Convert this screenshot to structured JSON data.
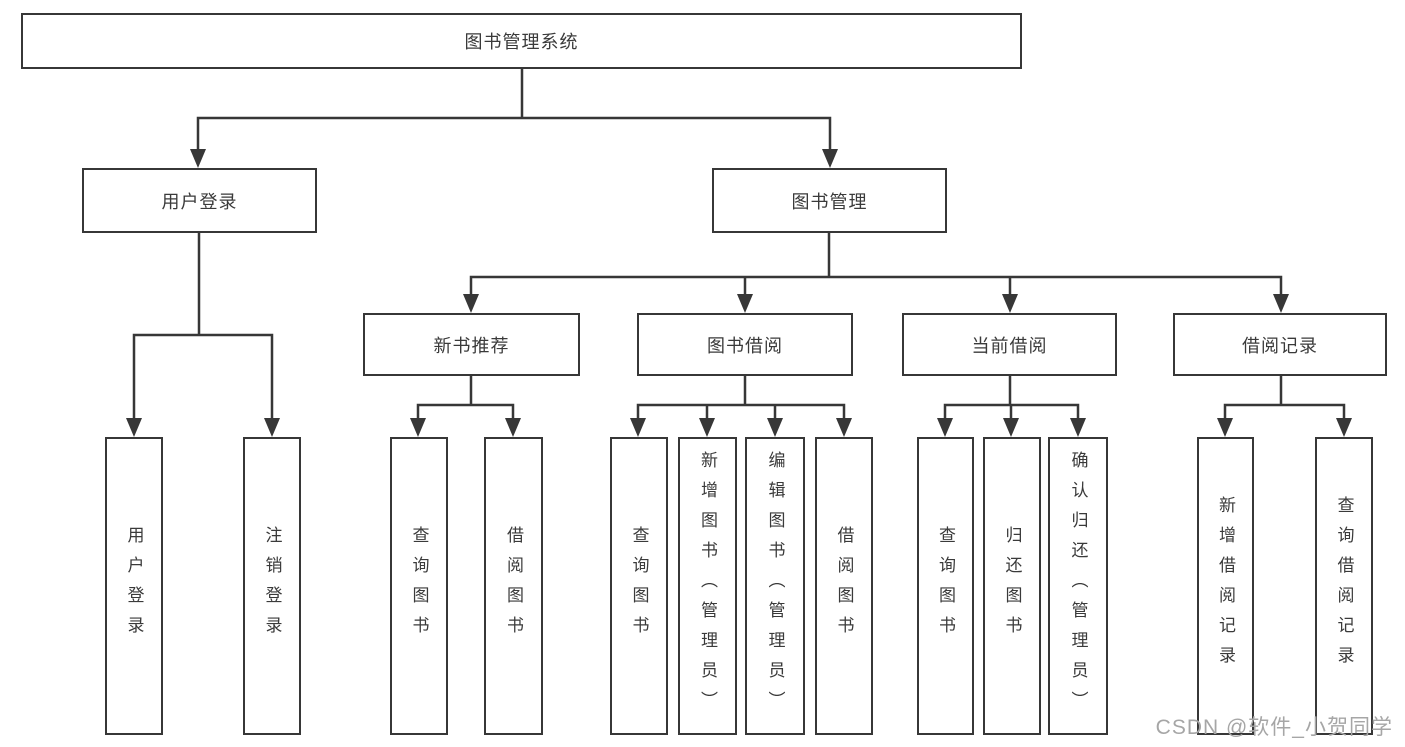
{
  "tree": {
    "root": "图书管理系统",
    "branches": [
      {
        "label": "用户登录",
        "leaves": [
          "用户登录",
          "注销登录"
        ]
      },
      {
        "label": "图书管理",
        "groups": [
          {
            "label": "新书推荐",
            "leaves": [
              "查询图书",
              "借阅图书"
            ]
          },
          {
            "label": "图书借阅",
            "leaves": [
              "查询图书",
              "新增图书（管理员）",
              "编辑图书（管理员）",
              "借阅图书"
            ]
          },
          {
            "label": "当前借阅",
            "leaves": [
              "查询图书",
              "归还图书",
              "确认归还（管理员）"
            ]
          },
          {
            "label": "借阅记录",
            "leaves": [
              "新增借阅记录",
              "查询借阅记录"
            ]
          }
        ]
      }
    ]
  },
  "watermark": "CSDN @软件_小贺同学",
  "colors": {
    "line": "#373737",
    "text": "#3a3a3a",
    "background": "#ffffff",
    "watermark": "#a6a6a6"
  }
}
